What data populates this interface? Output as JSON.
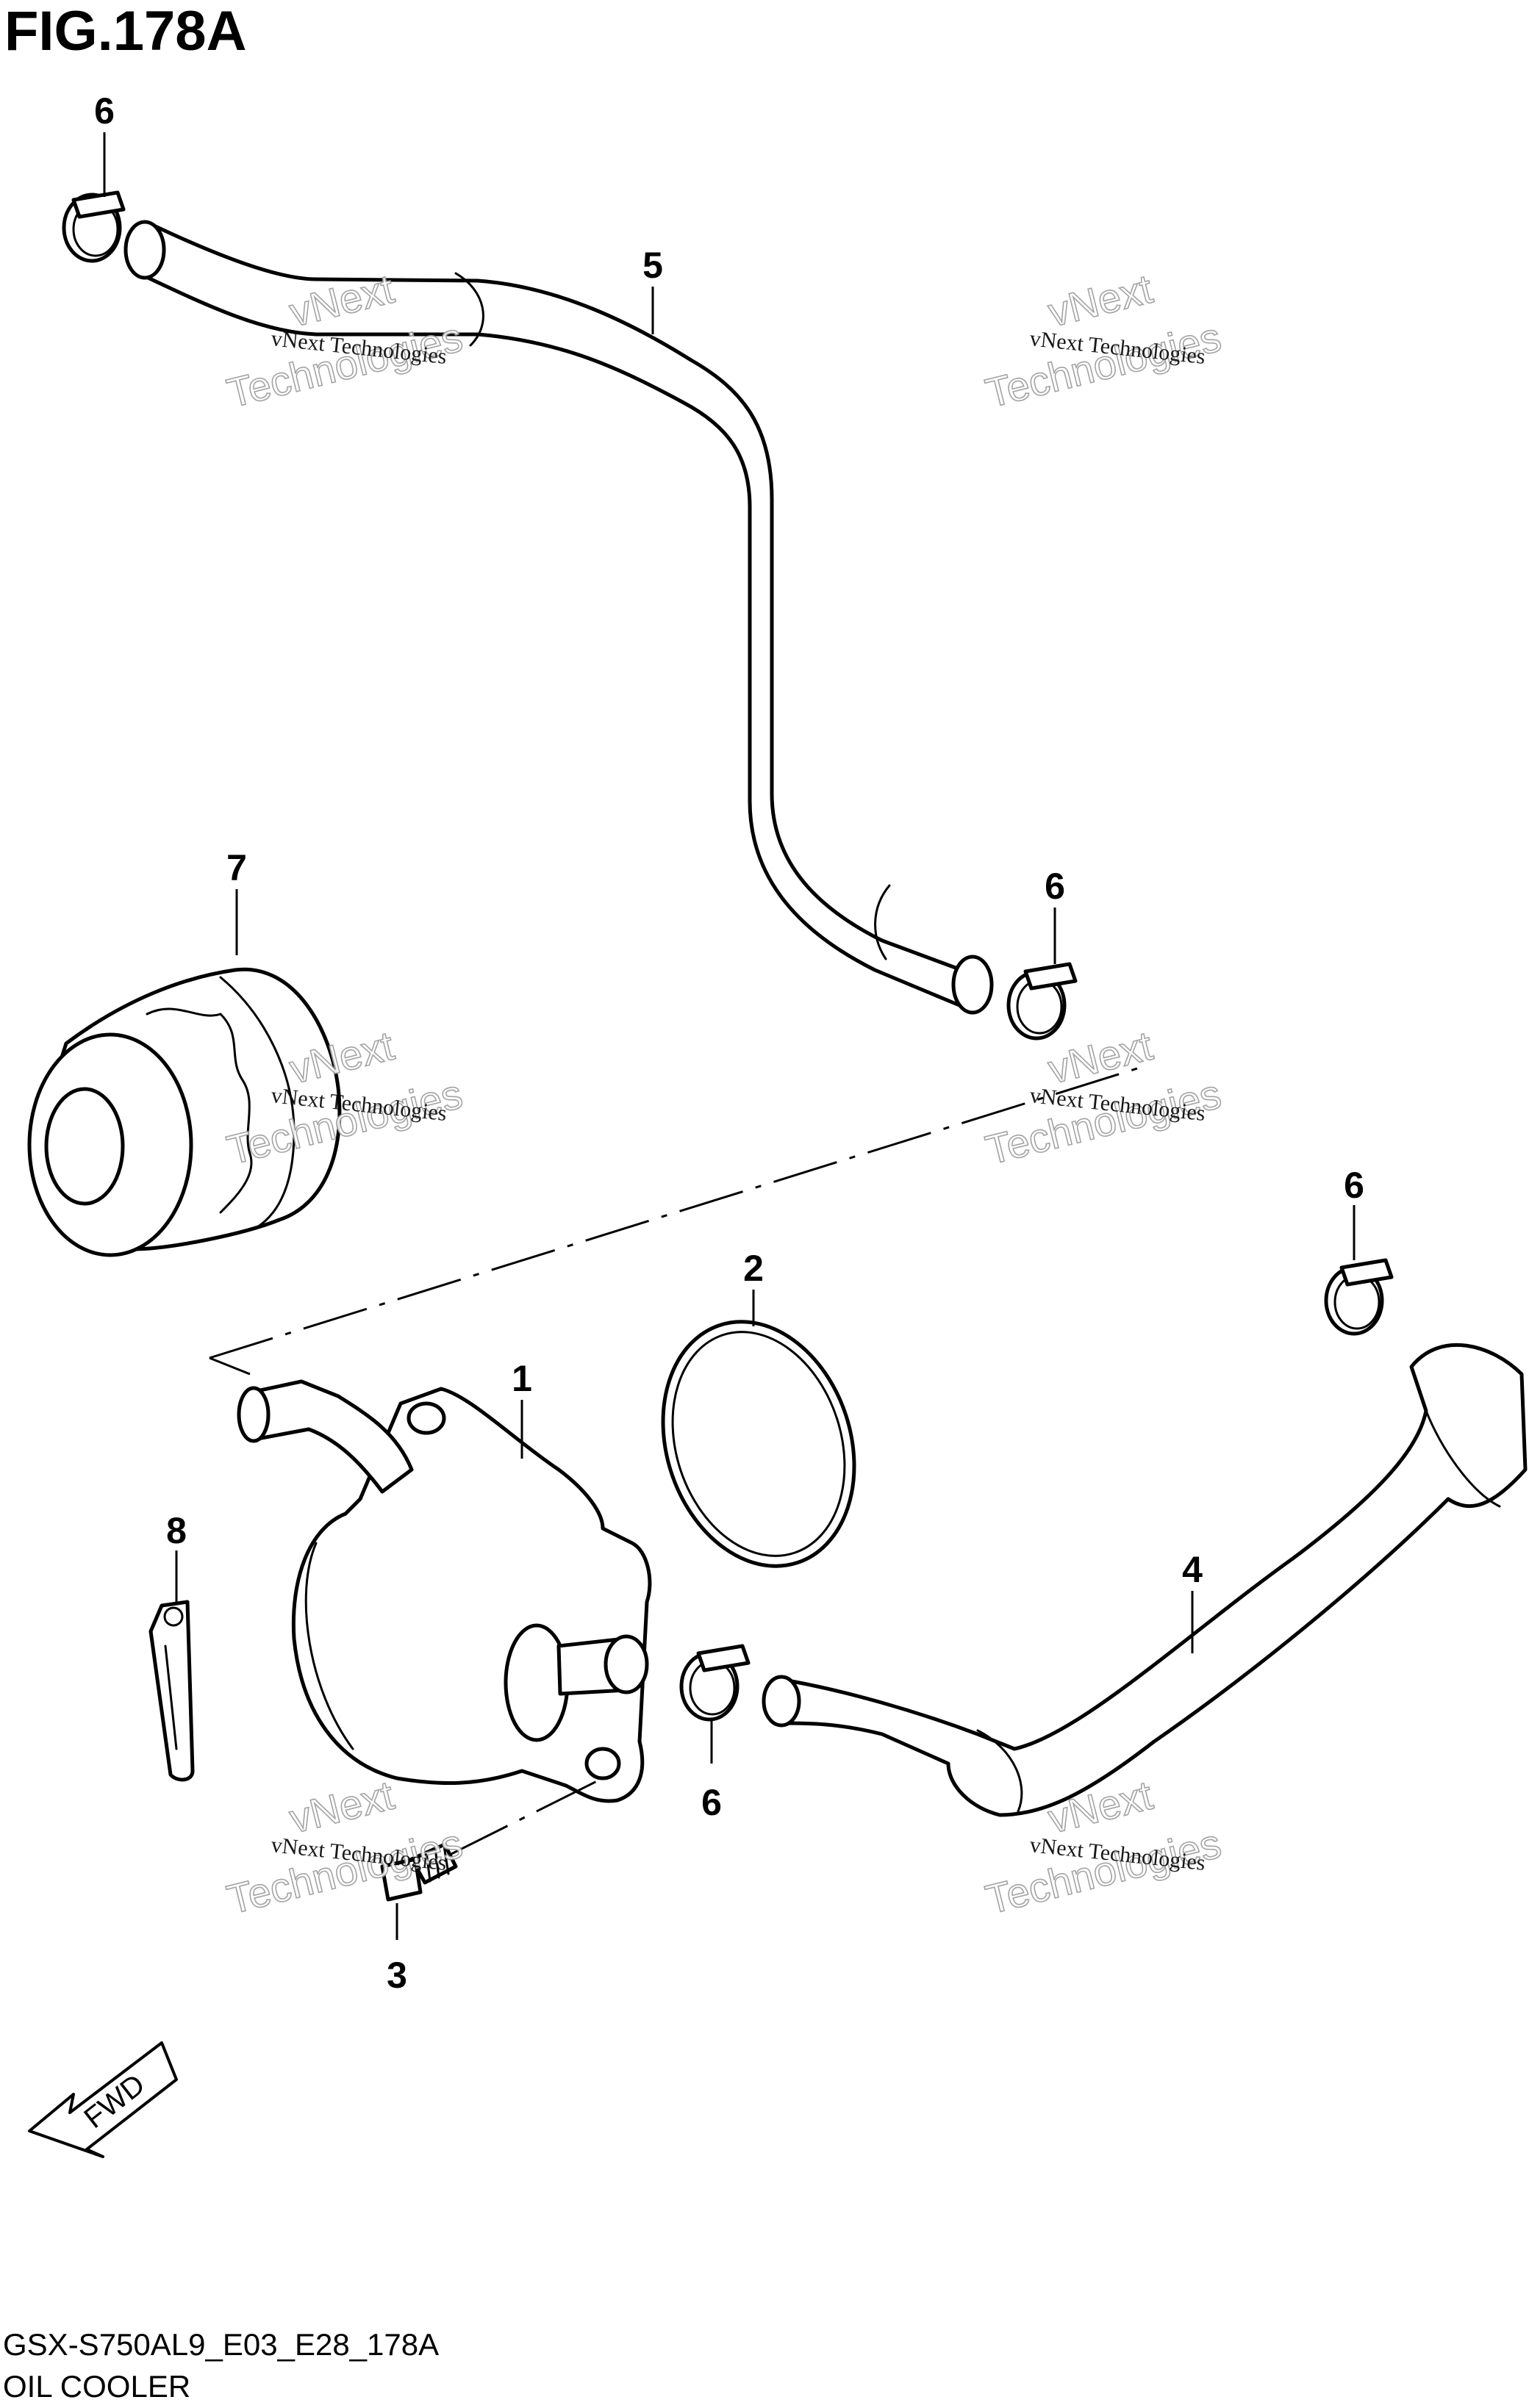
{
  "figure": {
    "title": "FIG.178A"
  },
  "footer": {
    "code": "GSX-S750AL9_E03_E28_178A",
    "name": "OIL COOLER"
  },
  "callouts": [
    "1",
    "2",
    "3",
    "4",
    "5",
    "6",
    "7",
    "8"
  ],
  "fwd_label": "FWD",
  "watermark": {
    "line1": "vNext Technologies",
    "line2": "vNext",
    "line3": "Technologies"
  }
}
